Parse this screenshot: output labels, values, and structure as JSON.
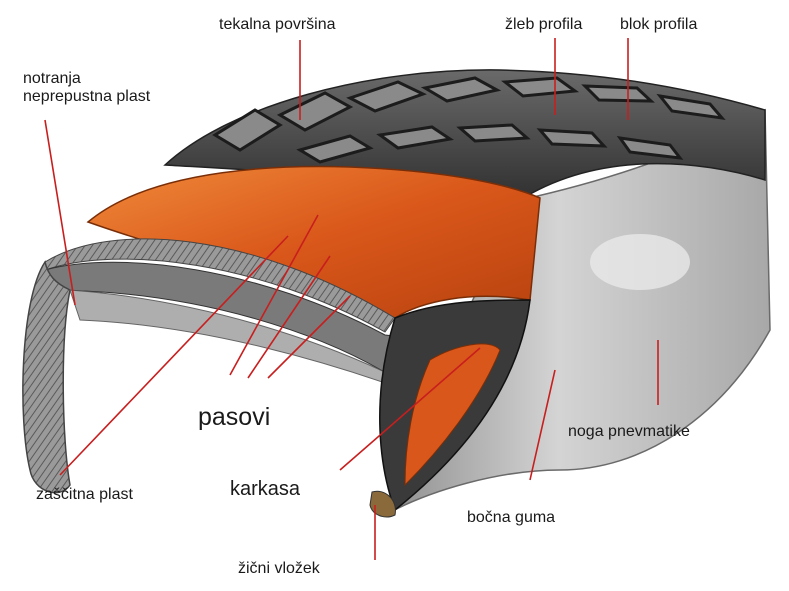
{
  "labels": {
    "tread_surface": "tekalna površina",
    "tread_groove": "žleb profila",
    "tread_block": "blok profila",
    "inner_liner": "notranja\nneprepustna plast",
    "belts": "pasovi",
    "carcass": "karkasa",
    "protective_layer": "zaščitna plast",
    "bead_wire": "žični vložek",
    "sidewall": "bočna guma",
    "tire_foot": "noga pnevmatike"
  },
  "colors": {
    "leader_line": "#c81e1e",
    "belt_orange": "#e2681e",
    "rubber_dark": "#3a3a3a",
    "rubber_light": "#b9b9b9"
  }
}
